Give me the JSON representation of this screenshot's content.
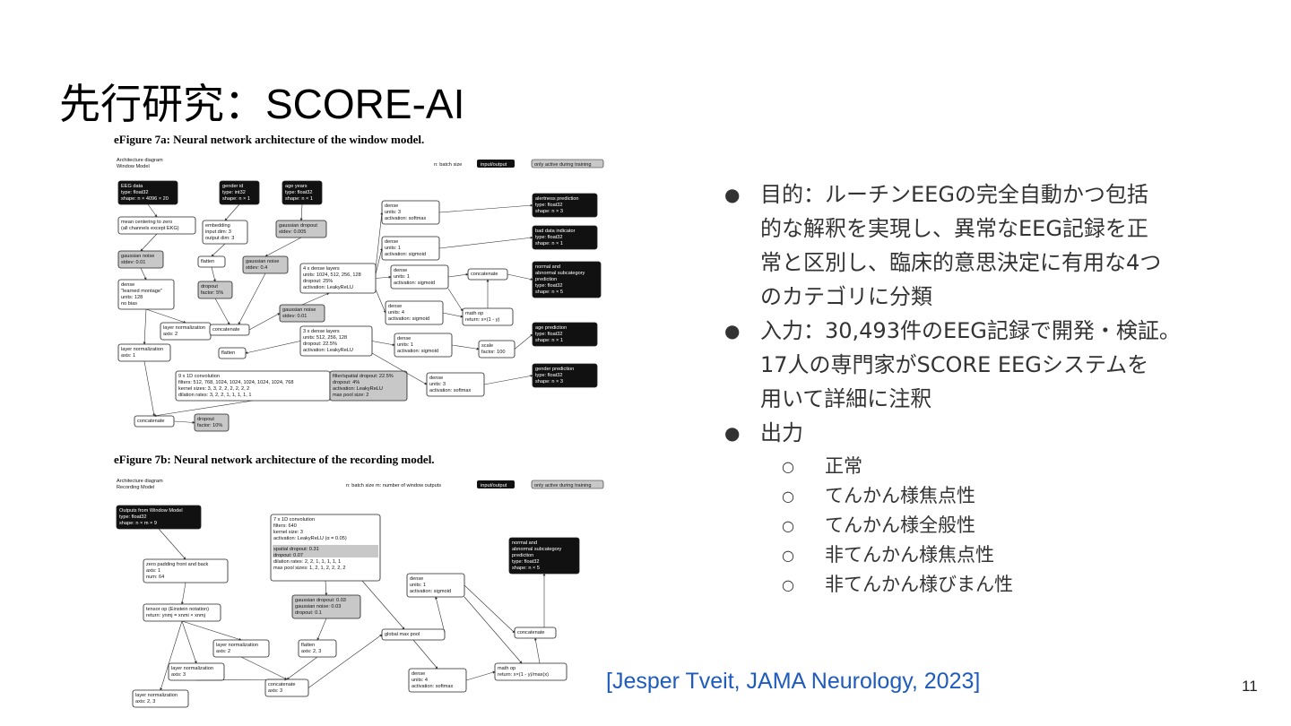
{
  "slide": {
    "title_jp": "先行研究：",
    "title_en": "SCORE-AI",
    "page_number": "11",
    "citation": "[Jesper Tveit, JAMA Neurology, 2023]"
  },
  "bullets": [
    {
      "text": "目的：ルーチンEEGの完全自動かつ包括"
    },
    {
      "text": "的な解釈を実現し、異常なEEG記録を正"
    },
    {
      "text": "常と区別し、臨床的意思決定に有用な4つ"
    },
    {
      "text": "のカテゴリに分類"
    }
  ],
  "bullets2": [
    {
      "text": "入力：30,493件のEEG記録で開発・検証。"
    },
    {
      "text": "17人の専門家がSCORE EEGシステムを"
    },
    {
      "text": "用いて詳細に注釈"
    }
  ],
  "bullet3": "出力",
  "outputs": [
    "正常",
    "てんかん様焦点性",
    "てんかん様全般性",
    "非てんかん様焦点性",
    "非てんかん様びまん性"
  ],
  "bullet_marker": "●",
  "sub_marker": "○",
  "figure_a": {
    "caption": "eFigure 7a: Neural network architecture of the window model.",
    "header_left_1": "Architecture diagram",
    "header_left_2": "Window Model",
    "header_mid": "n: batch size",
    "legend_io": "input/output",
    "legend_train": "only active during training",
    "nodes": {
      "eeg": [
        "EEG data",
        "type: float32",
        "shape: n × 4096 × 20"
      ],
      "gender": [
        "gender id",
        "type: int32",
        "shape: n × 1"
      ],
      "age": [
        "age years",
        "type: float32",
        "shape: n × 1"
      ],
      "mean": [
        "mean centering to zero",
        "(all channels except EKG)"
      ],
      "embed": [
        "embedding",
        "input dim: 3",
        "output dim: 3"
      ],
      "gd1": [
        "gaussian dropout",
        "stdev: 0.005"
      ],
      "gn1": [
        "gaussian noise",
        "stdev: 0.01"
      ],
      "flatten1": [
        "flatten"
      ],
      "gn2": [
        "gaussian noise",
        "stdev: 0.4"
      ],
      "dense_lm": [
        "dense",
        "\"learned montage\"",
        "units: 128",
        "no bias"
      ],
      "drop1": [
        "dropout",
        "factor: 5%"
      ],
      "dense4": [
        "4 x dense layers",
        "units: 1024, 512, 256, 128",
        "dropout: 25%",
        "activation: LeakyReLU"
      ],
      "gn3": [
        "gaussian noise",
        "stdev: 0.01"
      ],
      "ln1": [
        "layer normalization",
        "axis: 2"
      ],
      "concat1": [
        "concatenate"
      ],
      "ln2": [
        "layer normalization",
        "axis: 1"
      ],
      "flatten2": [
        "flatten"
      ],
      "dense3": [
        "3 x dense layers",
        "units: 512, 256, 128",
        "dropout: 22.5%",
        "activation: LeakyReLU"
      ],
      "conv": [
        "9 x 1D convolution",
        "filters: 512, 768, 1024, 1024, 1024, 1024, 1024, 768",
        "kernel sizes: 3, 3, 2, 2, 2, 2, 2, 2",
        "dilation rates: 3, 2, 2, 1, 1, 1, 1, 1"
      ],
      "conv_r": [
        "filter/spatial dropout: 22.5%",
        "dropout: 4%",
        "activation: LeakyReLU",
        "max pool size: 2"
      ],
      "concat2": [
        "concatenate"
      ],
      "drop2": [
        "dropout",
        "factor: 10%"
      ],
      "d_soft": [
        "dense",
        "units: 3",
        "activation: softmax"
      ],
      "d_sig1": [
        "dense",
        "units: 1",
        "activation: sigmoid"
      ],
      "d_sig2": [
        "dense",
        "units: 1",
        "activation: sigmoid"
      ],
      "d_sig4": [
        "dense",
        "units: 4",
        "activation: sigmoid"
      ],
      "d_sig5": [
        "dense",
        "units: 1",
        "activation: sigmoid"
      ],
      "d_soft2": [
        "dense",
        "units: 3",
        "activation: softmax"
      ],
      "concat3": [
        "concatenate"
      ],
      "mathop": [
        "math op",
        "return: x×(1 - y)"
      ],
      "scale": [
        "scale",
        "factor: 100"
      ],
      "o_alert": [
        "alertness prediction",
        "type: float32",
        "shape: n × 3"
      ],
      "o_bad": [
        "bad data indicator",
        "type: float32",
        "shape: n × 1"
      ],
      "o_normal": [
        "normal and",
        "abnormal subcategory",
        "prediction",
        "type: float32",
        "shape: n × 5"
      ],
      "o_age": [
        "age prediction",
        "type: float32",
        "shape: n × 1"
      ],
      "o_gender": [
        "gender prediction",
        "type: float32",
        "shape: n × 3"
      ]
    }
  },
  "figure_b": {
    "caption": "eFigure 7b: Neural network architecture of the recording model.",
    "header_left_1": "Architecture diagram",
    "header_left_2": "Recording Model",
    "header_mid": "n: batch size   m: number of window outputs",
    "legend_io": "input/output",
    "legend_train": "only active during training",
    "nodes": {
      "inp": [
        "Outputs from Window Model",
        "type: float32",
        "shape: n × m × 9"
      ],
      "zp": [
        "zero padding front and back",
        "axis: 1",
        "num: 64"
      ],
      "tensor": [
        "tensor op (Einstein notation)",
        "return: ynmj = xnmi × xnmj"
      ],
      "ln_a": [
        "layer normalization",
        "axis: 2"
      ],
      "ln_b": [
        "layer normalization",
        "axis: 3"
      ],
      "ln_c": [
        "layer normalization",
        "axis: 2, 3"
      ],
      "conv7": [
        "7 x 1D convolution",
        "filters: 640",
        "kernel size: 3",
        "activation: LeakyReLU (α = 0.05)"
      ],
      "conv7_drop": [
        "spatial dropout: 0.31",
        "dropout: 0.07"
      ],
      "conv7_b": [
        "dilation rates: 2, 2, 1, 1, 1, 1, 1",
        "max pool sizes: 1, 2, 1, 2, 2, 2, 2"
      ],
      "gauss": [
        "gaussian dropout: 0.03",
        "gaussian noise: 0.03",
        "dropout: 0.1"
      ],
      "flatten": [
        "flatten",
        "axis: 2, 3"
      ],
      "concat_b": [
        "concatenate",
        "axis: 3"
      ],
      "gmp": [
        "global max pool"
      ],
      "dsig": [
        "dense",
        "units: 1",
        "activation: sigmoid"
      ],
      "dsoft": [
        "dense",
        "units: 4",
        "activation: softmax"
      ],
      "concat_c": [
        "concatenate"
      ],
      "math": [
        "math op",
        "return: x×(1 - y)/max(x)"
      ],
      "out": [
        "normal and",
        "abnormal subcategory",
        "prediction",
        "type: float32",
        "shape: n × 5"
      ]
    }
  }
}
